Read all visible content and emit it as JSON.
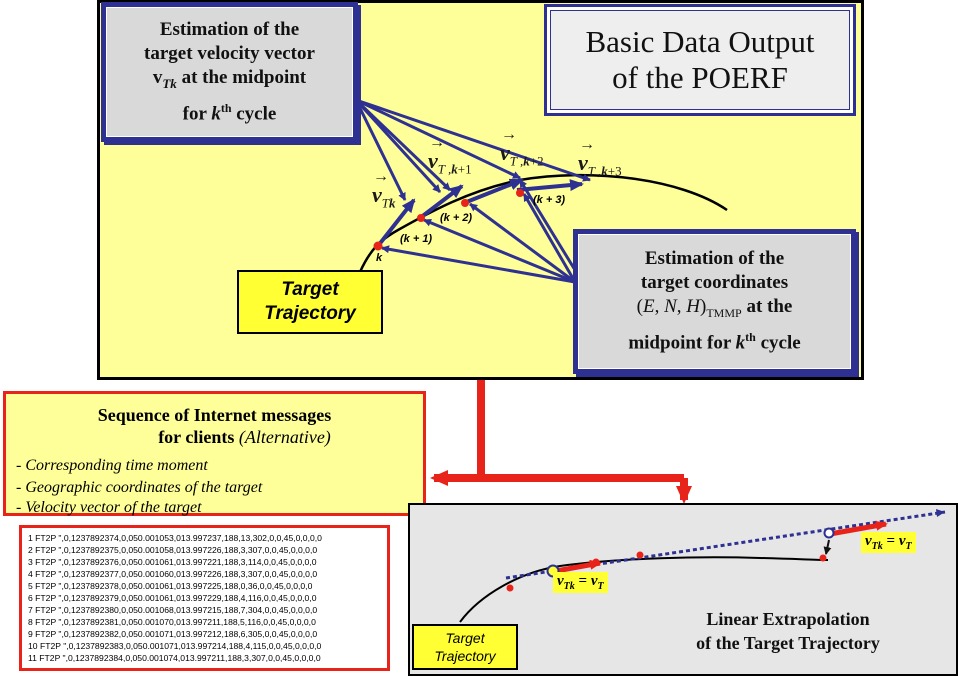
{
  "title": {
    "line1": "Basic Data Output",
    "line2": "of the POERF"
  },
  "velocity_box": {
    "line1": "Estimation of the",
    "line2": "target velocity vector",
    "line3": "v",
    "line3_sub": "Tk",
    "line3_rest": " at the midpoint",
    "line4_pre": "for ",
    "line4_k": "k",
    "line4_sup": "th",
    "line4_post": " cycle"
  },
  "coord_box": {
    "line1": "Estimation of the",
    "line2": "target coordinates",
    "line3_open": "(",
    "line3_E": "E",
    "line3_c1": ", ",
    "line3_N": "N",
    "line3_c2": ", ",
    "line3_H": "H",
    "line3_close": ")",
    "line3_sub": "TMMP",
    "line3_rest": " at the",
    "line4_pre": "midpoint for ",
    "line4_k": "k",
    "line4_sup": "th",
    "line4_post": " cycle"
  },
  "trajectory_label": {
    "line1": "Target",
    "line2": "Trajectory"
  },
  "vector_labels": {
    "v": "v",
    "tk_T": "T",
    "tk_k": "k",
    "t1_T": "T ,",
    "t1_k": "k",
    "t1_n": "+1",
    "t2_T": "T ,",
    "t2_k": "k",
    "t2_n": "+2",
    "t3_T": "T ,",
    "t3_k": "k",
    "t3_n": "+3"
  },
  "point_labels": {
    "k": "k",
    "k1": "(k + 1)",
    "k2": "(k + 2)",
    "k3": "(k + 3)"
  },
  "messages": {
    "title_line1": "Sequence of Internet messages",
    "title_line2": "for clients ",
    "title_alt": "(Alternative)",
    "bullets": [
      "- Corresponding time moment",
      "- Geographic coordinates of the target",
      "- Velocity vector of the target"
    ]
  },
  "data_lines": [
    "1  FT2P \",0,1237892374,0,050.001053,013.997237,188,13,302,0,0,45,0,0,0,0",
    "2  FT2P \",0,1237892375,0,050.001058,013.997226,188,3,307,0,0,45,0,0,0,0",
    "3  FT2P \",0,1237892376,0,050.001061,013.997221,188,3,114,0,0,45,0,0,0,0",
    "4  FT2P \",0,1237892377,0,050.001060,013.997226,188,3,307,0,0,45,0,0,0,0",
    "5  FT2P \",0,1237892378,0,050.001061,013.997225,188,0,36,0,0,45,0,0,0,0",
    "6  FT2P \",0,1237892379,0,050.001061,013.997229,188,4,116,0,0,45,0,0,0,0",
    "7  FT2P \",0,1237892380,0,050.001068,013.997215,188,7,304,0,0,45,0,0,0,0",
    "8  FT2P \",0,1237892381,0,050.001070,013.997211,188,5,116,0,0,45,0,0,0,0",
    "9  FT2P \",0,1237892382,0,050.001071,013.997212,188,6,305,0,0,45,0,0,0,0",
    "10  FT2P \",0,1237892383,0,050.001071,013.997214,188,4,115,0,0,45,0,0,0,0",
    "11  FT2P \",0,1237892384,0,050.001074,013.997211,188,3,307,0,0,45,0,0,0,0"
  ],
  "extrapolation": {
    "title_line1": "Linear Extrapolation",
    "title_line2": "of the Target Trajectory",
    "trajectory_label": {
      "line1": "Target",
      "line2": "Trajectory"
    },
    "eq_left": "v",
    "eq_sub": "Tk",
    "eq_mid": " = ",
    "eq_right": "v",
    "eq_right_sub": "T"
  },
  "colors": {
    "panel_yellow": "#ffff99",
    "box_blue": "#2e3192",
    "arrow_blue": "#2e3192",
    "connector_red": "#e8231a",
    "label_yellow": "#ffff33",
    "point_red": "#e8231a"
  }
}
